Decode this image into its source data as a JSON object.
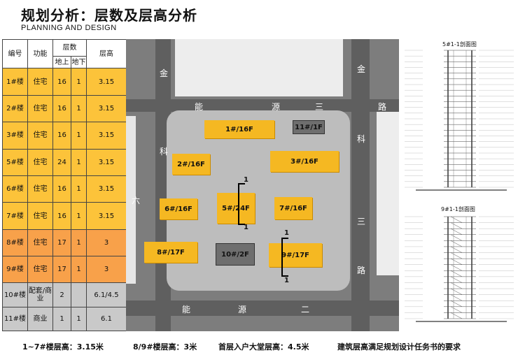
{
  "header": {
    "title": "规划分析：层数及层高分析",
    "subtitle": "PLANNING AND DESIGN"
  },
  "table": {
    "headers": {
      "id": "编号",
      "function": "功能",
      "floors": "层数",
      "above": "地上",
      "below": "地下",
      "height": "层高"
    },
    "rows": [
      {
        "id": "1#楼",
        "function": "住宅",
        "above": "16",
        "below": "1",
        "height": "3.15",
        "tone": "yellow"
      },
      {
        "id": "2#楼",
        "function": "住宅",
        "above": "16",
        "below": "1",
        "height": "3.15",
        "tone": "yellow"
      },
      {
        "id": "3#楼",
        "function": "住宅",
        "above": "16",
        "below": "1",
        "height": "3.15",
        "tone": "yellow"
      },
      {
        "id": "5#楼",
        "function": "住宅",
        "above": "24",
        "below": "1",
        "height": "3.15",
        "tone": "yellow"
      },
      {
        "id": "6#楼",
        "function": "住宅",
        "above": "16",
        "below": "1",
        "height": "3.15",
        "tone": "yellow"
      },
      {
        "id": "7#楼",
        "function": "住宅",
        "above": "16",
        "below": "1",
        "height": "3.15",
        "tone": "yellow"
      },
      {
        "id": "8#楼",
        "function": "住宅",
        "above": "17",
        "below": "1",
        "height": "3",
        "tone": "orange"
      },
      {
        "id": "9#楼",
        "function": "住宅",
        "above": "17",
        "below": "1",
        "height": "3",
        "tone": "orange"
      },
      {
        "id": "10#楼",
        "function": "配套/商业",
        "above": "2",
        "below": "",
        "height": "6.1/4.5",
        "tone": "grey"
      },
      {
        "id": "11#楼",
        "function": "商业",
        "above": "1",
        "below": "1",
        "height": "6.1",
        "tone": "grey"
      }
    ]
  },
  "plan": {
    "buildings": {
      "b1": "1#/16F",
      "b2": "2#/16F",
      "b3": "3#/16F",
      "b5": "5#/24F",
      "b6": "6#/16F",
      "b7": "7#/16F",
      "b8": "8#/17F",
      "b9": "9#/17F",
      "b10": "10#/2F",
      "b11": "11#/1F"
    },
    "road_chars": {
      "jin1": "金",
      "jin2": "金",
      "neng1": "能",
      "yuan1": "源",
      "san1": "三",
      "lu1": "路",
      "ke1": "科",
      "ke2": "科",
      "liu1": "六",
      "san2": "三",
      "lu2": "路",
      "neng2": "能",
      "yuan2": "源",
      "er1": "二"
    },
    "section_marks": {
      "s5_top": "1",
      "s5_bottom": "1",
      "s9_top": "1",
      "s9_bottom": "1"
    }
  },
  "sections": {
    "section5_title": "5#1-1剖面图",
    "section9_title": "9#1-1剖面图"
  },
  "footer": {
    "note1": "1~7#楼层高：3.15米",
    "note2": "8/9#楼层高：3米",
    "note3": "首层入户大堂层高：4.5米",
    "note4": "建筑层高满足规划设计任务书的要求"
  },
  "colors": {
    "yellow": "#fcc33a",
    "orange": "#f8a14a",
    "grey": "#c9c9c9",
    "building": "#f5b822"
  }
}
